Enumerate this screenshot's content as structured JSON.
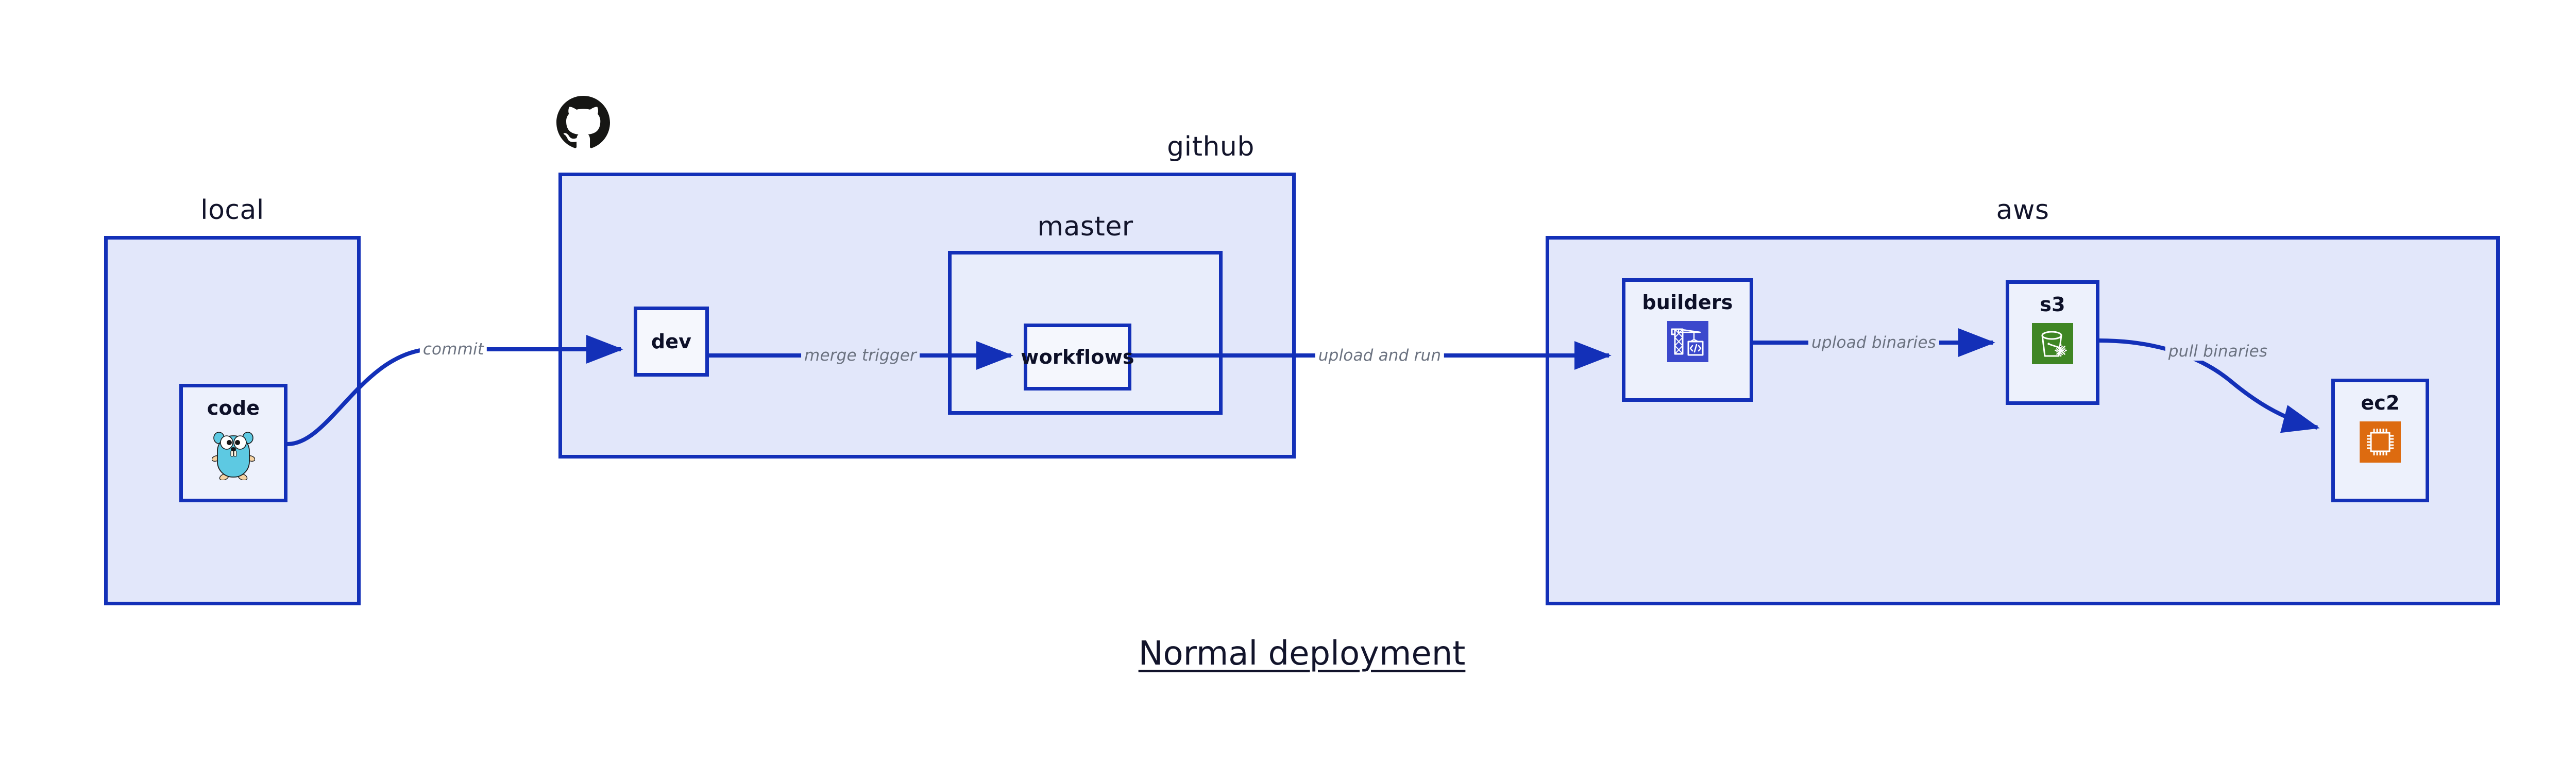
{
  "diagram": {
    "title": "Normal deployment",
    "colors": {
      "group_fill": "#e2e7fa",
      "group_border": "#1330b8",
      "node_fill": "#edf1fc",
      "edge_stroke": "#1330b8",
      "edge_label_text": "#6b7280",
      "title_text": "#12142b",
      "aws_builders_icon": "#3b48cc",
      "aws_s3_icon": "#3f8624",
      "aws_ec2_icon": "#dd6b10",
      "go_gopher": "#5dc9e2",
      "github_logo": "#161614"
    }
  },
  "groups": [
    {
      "id": "local",
      "label": "local"
    },
    {
      "id": "github",
      "label": "github"
    },
    {
      "id": "master",
      "label": "master"
    },
    {
      "id": "aws",
      "label": "aws"
    }
  ],
  "nodes": [
    {
      "id": "code",
      "label": "code",
      "icon": "go-gopher-icon",
      "group": "local"
    },
    {
      "id": "dev",
      "label": "dev",
      "icon": null,
      "group": "github"
    },
    {
      "id": "workflows",
      "label": "workflows",
      "icon": null,
      "group": "master"
    },
    {
      "id": "builders",
      "label": "builders",
      "icon": "aws-builders-icon",
      "group": "aws"
    },
    {
      "id": "s3",
      "label": "s3",
      "icon": "aws-s3-icon",
      "group": "aws"
    },
    {
      "id": "ec2",
      "label": "ec2",
      "icon": "aws-ec2-icon",
      "group": "aws"
    }
  ],
  "edges": [
    {
      "id": "code-to-dev",
      "from": "code",
      "to": "dev",
      "label": "commit"
    },
    {
      "id": "dev-to-workflows",
      "from": "dev",
      "to": "workflows",
      "label": "merge trigger"
    },
    {
      "id": "workflows-to-builders",
      "from": "workflows",
      "to": "builders",
      "label": "upload and run"
    },
    {
      "id": "builders-to-s3",
      "from": "builders",
      "to": "s3",
      "label": "upload binaries"
    },
    {
      "id": "s3-to-ec2",
      "from": "s3",
      "to": "ec2",
      "label": "pull binaries"
    }
  ],
  "logos": [
    {
      "id": "github-logo",
      "name": "github-octocat-logo"
    }
  ]
}
